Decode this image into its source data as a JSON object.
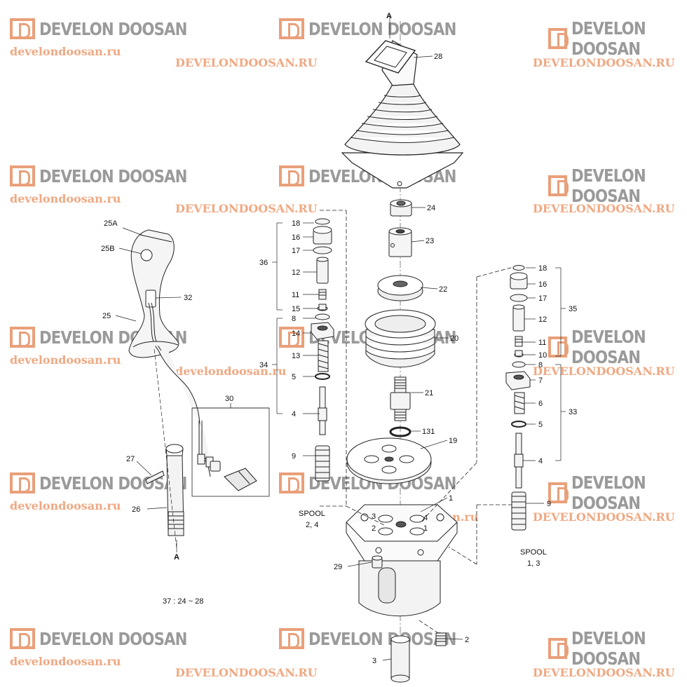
{
  "watermark": {
    "brand": "DEVELON DOOSAN",
    "url_lower": "develondoosan.ru",
    "url_upper": "DEVELONDOOSAN.RU"
  },
  "labels": {
    "top_a": "A",
    "bottom_a": "A",
    "p28": "28",
    "p24": "24",
    "p23": "23",
    "p22": "22",
    "p20": "20",
    "p21": "21",
    "p131": "131",
    "p19": "19",
    "p1": "1",
    "p29": "29",
    "p2": "2",
    "p3": "3",
    "p25a": "25A",
    "p25b": "25B",
    "p25": "25",
    "p32": "32",
    "p30": "30",
    "p27": "27",
    "p26": "26",
    "l18": "18",
    "l16": "16",
    "l17": "17",
    "l36": "36",
    "l12": "12",
    "l11": "11",
    "l15": "15",
    "l8": "8",
    "l14": "14",
    "l34": "34",
    "l13": "13",
    "l5": "5",
    "l4": "4",
    "l9": "9",
    "spool_left": "SPOOL",
    "spool_left_nums": "2, 4",
    "r18": "18",
    "r16": "16",
    "r17": "17",
    "r35": "35",
    "r12": "12",
    "r11": "11",
    "r10": "10",
    "r8": "8",
    "r7": "7",
    "r6": "6",
    "r33": "33",
    "r5": "5",
    "r4": "4",
    "r9": "9",
    "spool_right": "SPOOL",
    "spool_right_nums": "1, 3",
    "port1": "1",
    "port2": "2",
    "port3": "3",
    "port4": "4",
    "kit_note": "37 : 24 ~ 28"
  }
}
